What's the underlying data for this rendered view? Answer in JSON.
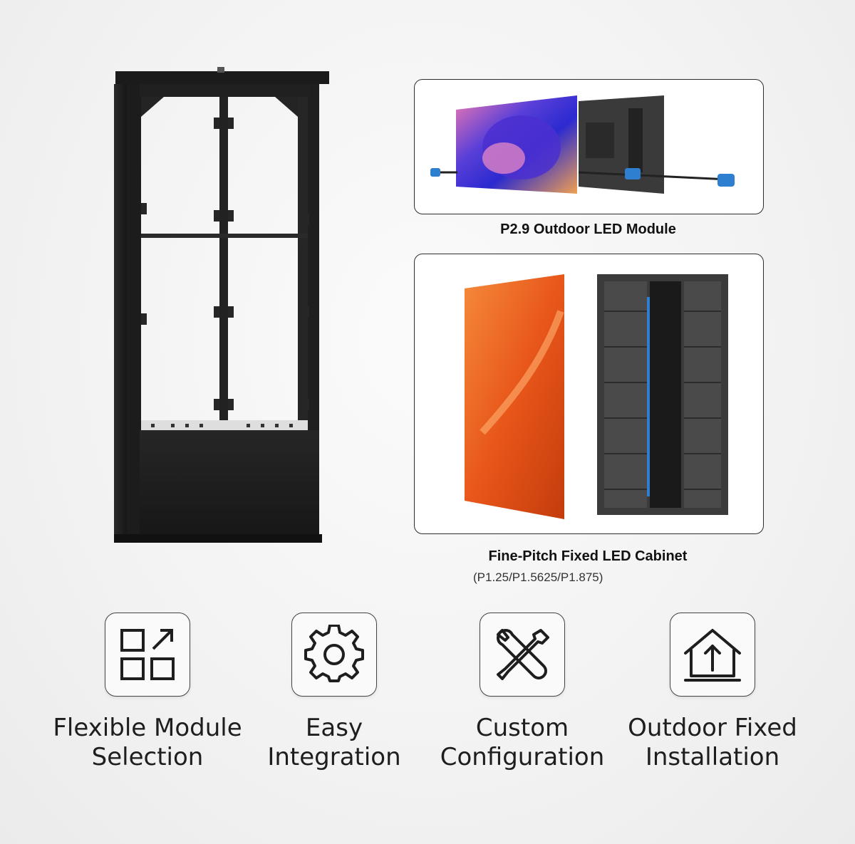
{
  "module": {
    "caption": "P2.9 Outdoor LED Module"
  },
  "cabinet": {
    "caption": "Fine-Pitch Fixed LED Cabinet",
    "subcaption": "(P1.25/P1.5625/P1.875)"
  },
  "features": [
    {
      "icon": "grid-expand-icon",
      "line1": "Flexible Module",
      "line2": "Selection"
    },
    {
      "icon": "gear-icon",
      "line1": "Easy",
      "line2": "Integration"
    },
    {
      "icon": "wrench-screwdriver-icon",
      "line1": "Custom",
      "line2": "Configuration"
    },
    {
      "icon": "house-arrow-icon",
      "line1": "Outdoor Fixed",
      "line2": "Installation"
    }
  ],
  "colors": {
    "frame": "#1e1e1e",
    "accent_orange": "#f06a1e",
    "connector_blue": "#2f7fd0"
  }
}
